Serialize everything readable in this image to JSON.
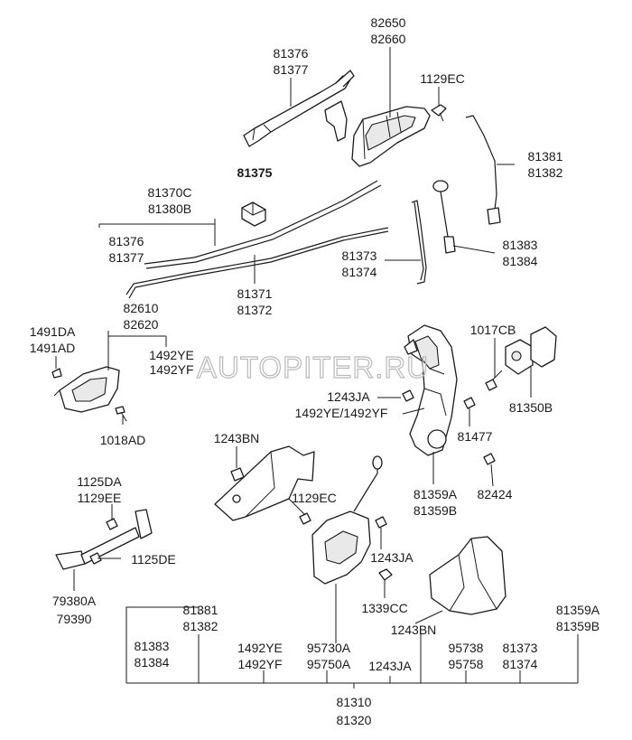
{
  "watermark": "AUTOPITER.RU",
  "labels": {
    "p82650": "82650",
    "p82660": "82660",
    "p81376_top": "81376",
    "p81377_top": "81377",
    "p1129EC_top": "1129EC",
    "p81381_r": "81381",
    "p81382_r": "81382",
    "p81375": "81375",
    "p81370C": "81370C",
    "p81380B": "81380B",
    "p81376_mid": "81376",
    "p81377_mid": "81377",
    "p81383_r": "81383",
    "p81384_r": "81384",
    "p81373_mid": "81373",
    "p81374_mid": "81374",
    "p81371": "81371",
    "p81372": "81372",
    "p82610": "82610",
    "p82620": "82620",
    "p1491DA": "1491DA",
    "p1491AD": "1491AD",
    "p1492YE": "1492YE",
    "p1492YF": "1492YF",
    "p1017CB": "1017CB",
    "p1243JA_mid": "1243JA",
    "p1492YE_1492YF": "1492YE/1492YF",
    "p81350B": "81350B",
    "p1018AD": "1018AD",
    "p81477": "81477",
    "p1243BN_left": "1243BN",
    "p81359A_mid": "81359A",
    "p81359B_mid": "81359B",
    "p82424": "82424",
    "p1125DA": "1125DA",
    "p1129EE": "1129EE",
    "p1129EC_mid": "1129EC",
    "p1125DE": "1125DE",
    "p1243JA_lower": "1243JA",
    "p79380A": "79380A",
    "p79390": "79390",
    "p1339CC": "1339CC",
    "p81381_b": "81381",
    "p81382_b": "81382",
    "p81359A_b": "81359A",
    "p81359B_b": "81359B",
    "p1243BN_b": "1243BN",
    "p81383_b": "81383",
    "p81384_b": "81384",
    "p1492YE_b": "1492YE",
    "p1492YF_b": "1492YF",
    "p95730A": "95730A",
    "p95750A": "95750A",
    "p95738": "95738",
    "p95758": "95758",
    "p81373_b": "81373",
    "p81374_b": "81374",
    "p1243JA_b": "1243JA",
    "p81310": "81310",
    "p81320": "81320"
  }
}
